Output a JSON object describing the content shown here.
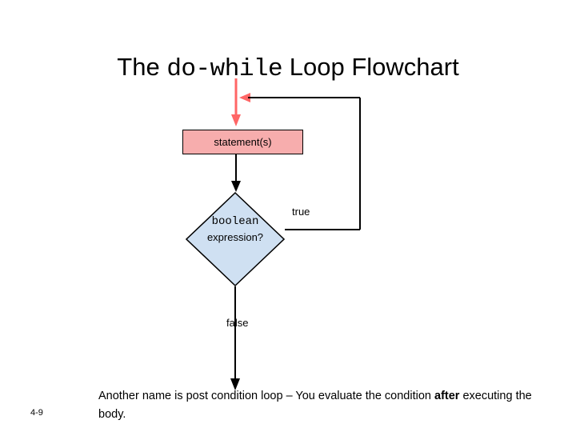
{
  "slide": {
    "title": {
      "prefix": "The ",
      "mono": "do-while",
      "suffix": " Loop Flowchart"
    },
    "flowchart": {
      "statement_box": {
        "label": "statement(s)",
        "fill_color": "#f7adad",
        "border_color": "#000000"
      },
      "decision_diamond": {
        "line1": "boolean",
        "line2": "expression?",
        "fill_color": "#cfe0f2",
        "border_color": "#000000"
      },
      "branch_labels": {
        "true": "true",
        "false": "false"
      },
      "arrow_colors": {
        "entry": "#ff6666",
        "flow": "#000000",
        "feedback": "#ff6666"
      }
    },
    "footer": {
      "slide_number": "4-9",
      "text_part1": "Another name is post condition loop – You evaluate the condition ",
      "text_bold": "after",
      "text_part2": " executing the body."
    }
  }
}
